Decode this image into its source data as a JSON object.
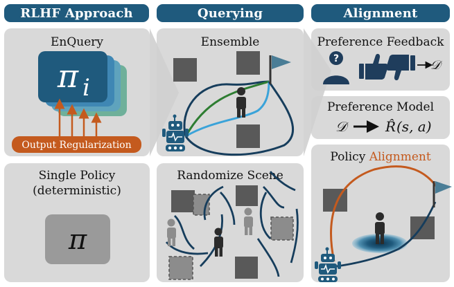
{
  "headers": {
    "col1": "RLHF Approach",
    "col2": "Querying",
    "col3": "Alignment"
  },
  "rlhf": {
    "enquery_title": "EnQuery",
    "enquery_symbol": "π",
    "enquery_subscript": "i",
    "output_regularization": "Output Regularization",
    "single_policy_title": "Single Policy",
    "single_policy_subtitle": "(deterministic)",
    "single_policy_symbol": "π"
  },
  "querying": {
    "ensemble_title": "Ensemble",
    "randomize_title": "Randomize Scene"
  },
  "alignment": {
    "preference_feedback_title": "Preference Feedback",
    "feedback_target": "𝒟",
    "preference_model_title": "Preference Model",
    "model_from": "𝒟",
    "model_to_hat": "R̂",
    "model_to_args": "(s, a)",
    "policy_title_prefix": "Policy",
    "policy_title_highlight": "Alignment"
  },
  "colors": {
    "header": "#1f5a7d",
    "panel": "#d9d9d9",
    "policy_box": "#1f5a7d",
    "ensemble_layer_2": "#3f87b4",
    "ensemble_layer_3": "#5fa3bd",
    "ensemble_layer_4": "#6fb09a",
    "regularization": "#c45a1e",
    "square": "#595959",
    "trajectory_dark": "#163d5c",
    "trajectory_light": "#3aa3d9",
    "trajectory_green": "#2e7d32",
    "aligned_path": "#c45a1e",
    "person": "#2b2b2b",
    "person_gray": "#8c8c8c",
    "highlight_text": "#c45a1e"
  },
  "icons": [
    "flag-icon",
    "robot-icon",
    "person-icon",
    "question-person-icon",
    "thumbs-up-icon",
    "thumbs-down-icon",
    "arrow-icon"
  ]
}
